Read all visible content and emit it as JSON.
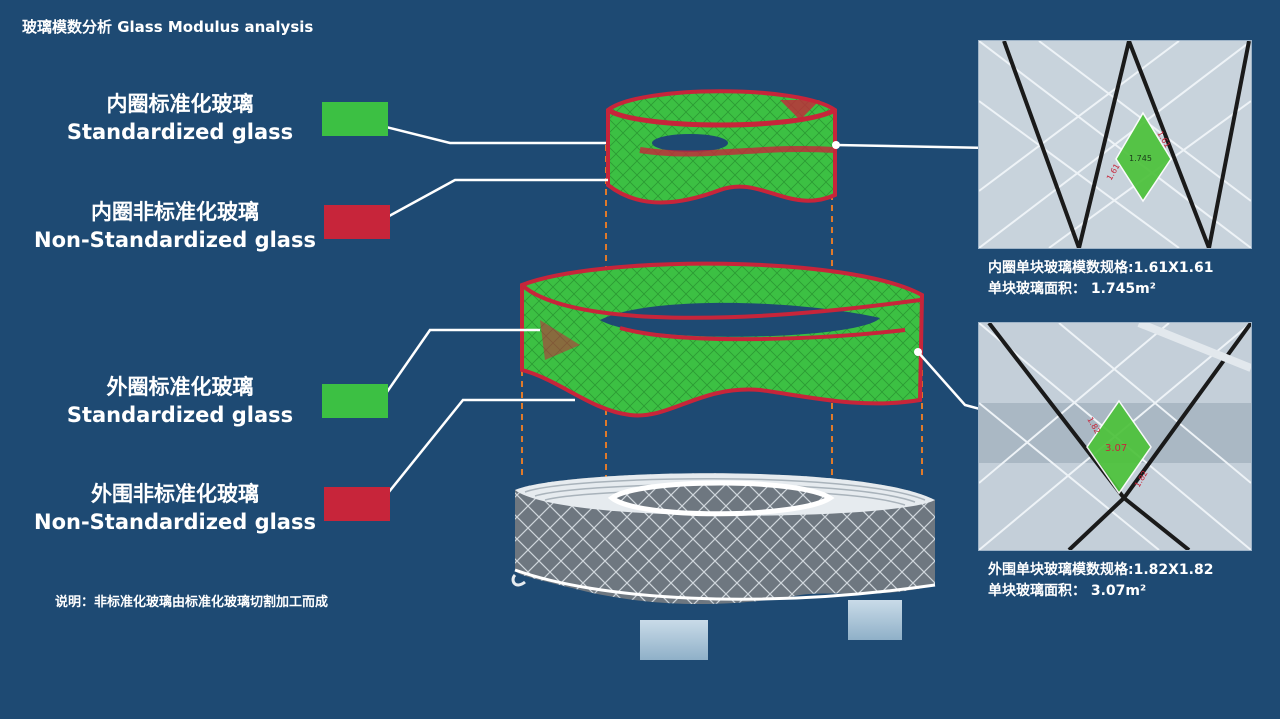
{
  "title": "玻璃模数分析 Glass Modulus analysis",
  "colors": {
    "background": "#1e4a73",
    "standard": "#3cc043",
    "nonstandard": "#c7253a",
    "leader": "#ffffff",
    "guide": "#e07a2a"
  },
  "legend": [
    {
      "cn": "内圈标准化玻璃",
      "en": "Standardized glass",
      "swatch": "green"
    },
    {
      "cn": "内圈非标准化玻璃",
      "en": "Non-Standardized glass",
      "swatch": "red"
    },
    {
      "cn": "外圈标准化玻璃",
      "en": "Standardized glass",
      "swatch": "green"
    },
    {
      "cn": "外围非标准化玻璃",
      "en": "Non-Standardized glass",
      "swatch": "red"
    }
  ],
  "note": "说明：非标准化玻璃由标准化玻璃切割加工而成",
  "details": [
    {
      "spec": "内圈单块玻璃模数规格:1.61X1.61",
      "area": "单块玻璃面积：  1.745m²",
      "dims": [
        "1.61",
        "1.61"
      ],
      "area_value": "1.745"
    },
    {
      "spec": "外围单块玻璃模数规格:1.82X1.82",
      "area": "单块玻璃面积：  3.07m²",
      "dims": [
        "1.82",
        "1.82"
      ],
      "area_value": "3.07"
    }
  ]
}
